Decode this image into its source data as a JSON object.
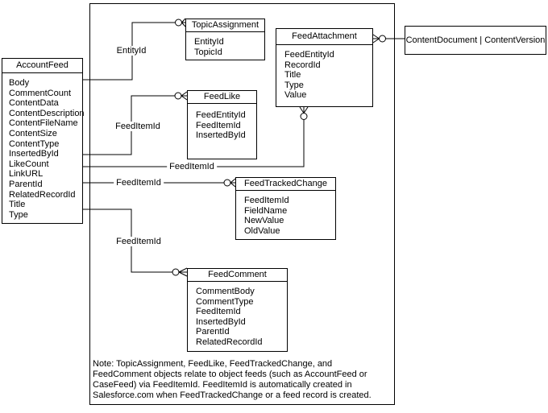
{
  "diagram": {
    "entities": {
      "accountfeed": {
        "title": "AccountFeed",
        "fields": [
          "Body",
          "CommentCount",
          "ContentData",
          "ContentDescription",
          "ContentFileName",
          "ContentSize",
          "ContentType",
          "InsertedById",
          "LikeCount",
          "LinkURL",
          "ParentId",
          "RelatedRecordId",
          "Title",
          "Type"
        ]
      },
      "topicassignment": {
        "title": "TopicAssignment",
        "fields": [
          "EntityId",
          "TopicId"
        ]
      },
      "feedlike": {
        "title": "FeedLike",
        "fields": [
          "FeedEntityId",
          "FeedItemId",
          "InsertedById"
        ]
      },
      "feedattachment": {
        "title": "FeedAttachment",
        "fields": [
          "FeedEntityId",
          "RecordId",
          "Title",
          "Type",
          "Value"
        ]
      },
      "contentdocument": {
        "title": "ContentDocument | ContentVersion"
      },
      "feedtrackedchange": {
        "title": "FeedTrackedChange",
        "fields": [
          "FeedItemId",
          "FieldName",
          "NewValue",
          "OldValue"
        ]
      },
      "feedcomment": {
        "title": "FeedComment",
        "fields": [
          "CommentBody",
          "CommentType",
          "FeedItemId",
          "InsertedById",
          "ParentId",
          "RelatedRecordId"
        ]
      }
    },
    "connector_labels": {
      "entityid": "EntityId",
      "feedlike": "FeedItemId",
      "feedattachment": "FeedItemId",
      "feedtrackedchange": "FeedItemId",
      "feedcomment": "FeedItemId"
    },
    "note": {
      "lines": [
        "Note: TopicAssignment, FeedLike, FeedTrackedChange, and",
        "FeedComment objects relate to object feeds (such as AccountFeed or",
        "CaseFeed) via FeedItemId. FeedItemId is automatically created in",
        "Salesforce.com when FeedTrackedChange or a feed record is created."
      ]
    },
    "colors": {
      "line": "#000000",
      "background": "#ffffff",
      "text": "#000000"
    }
  }
}
